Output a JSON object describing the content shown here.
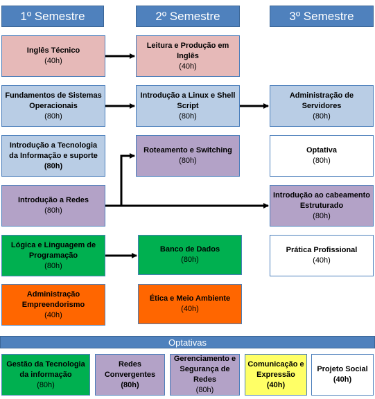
{
  "semesters": [
    "1º Semestre",
    "2º Semestre",
    "3º Semestre"
  ],
  "courses": {
    "ingles": {
      "title": "Inglês Técnico",
      "hours": "(40h)"
    },
    "leitura": {
      "title": "Leitura e Produção em Inglês",
      "hours": "(40h)"
    },
    "fundamentos": {
      "title": "Fundamentos de Sistemas Operacionais",
      "hours": "(80h)"
    },
    "linux": {
      "title": "Introdução a Linux e Shell Script",
      "hours": "(80h)"
    },
    "admin_serv": {
      "title": "Administração de Servidores",
      "hours": "(80h)"
    },
    "intro_ti": {
      "title": "Introdução a Tecnologia da Informação e suporte",
      "hours": "(80h)"
    },
    "roteamento": {
      "title": "Roteamento e Switching",
      "hours": "(80h)"
    },
    "optativa": {
      "title": "Optativa",
      "hours": "(80h)"
    },
    "redes": {
      "title": "Introdução a Redes",
      "hours": "(80h)"
    },
    "cabeamento": {
      "title": "Introdução ao cabeamento Estruturado",
      "hours": "(80h)"
    },
    "logica": {
      "title": "Lógica e Linguagem de Programação",
      "hours": "(80h)"
    },
    "banco": {
      "title": "Banco de Dados",
      "hours": "(80h)"
    },
    "pratica": {
      "title": "Prática Profissional",
      "hours": "(40h)"
    },
    "admin_emp": {
      "title": "Administração Empreendorismo",
      "hours": "(40h)"
    },
    "etica": {
      "title": "Ética e Meio Ambiente",
      "hours": "(40h)"
    }
  },
  "optativas": {
    "label": "Optativas",
    "gestao": {
      "title": "Gestão da Tecnologia da informação",
      "hours": "(80h)"
    },
    "redes_conv": {
      "title": "Redes Convergentes",
      "hours": "(80h)"
    },
    "gerenciamento": {
      "title": "Gerenciamento e Segurança de Redes",
      "hours": "(80h)"
    },
    "comunicacao": {
      "title": "Comunicação e Expressão",
      "hours": "(40h)"
    },
    "projeto": {
      "title": "Projeto Social",
      "hours": "(40h)"
    }
  },
  "colors": {
    "header": "#4f81bd",
    "pink": "#e6b9b8",
    "blue": "#b9cde5",
    "purple": "#b3a2c7",
    "green": "#00b050",
    "orange": "#ff6600",
    "yellow": "#ffff66",
    "white": "#ffffff"
  }
}
